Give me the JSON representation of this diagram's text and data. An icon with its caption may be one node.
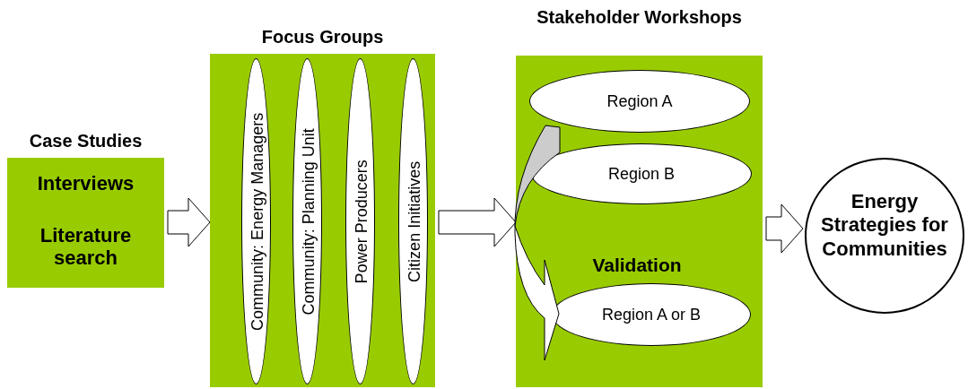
{
  "diagram": {
    "nodes": [
      {
        "text": [
          "Case Studies",
          "Interviews",
          "Literature search"
        ]
      },
      {
        "text": [
          "Focus Groups"
        ]
      },
      {
        "text": [
          "Community: Energy Managers"
        ],
        "in": 1
      },
      {
        "text": [
          "Community: Planning Unit"
        ],
        "in": 1
      },
      {
        "text": [
          "Power Producers"
        ],
        "in": 1
      },
      {
        "text": [
          "Citizen Initiatives"
        ],
        "in": 1
      },
      {
        "text": [
          "Stakeholder Workshops",
          "Validation"
        ]
      },
      {
        "text": [
          "Region A"
        ],
        "in": 6
      },
      {
        "text": [
          "Region B"
        ],
        "in": 6
      },
      {
        "text": [
          "Region A or B"
        ],
        "in": 6
      },
      {
        "text": [
          "Energy Strategies for Communities"
        ]
      }
    ],
    "edges": [
      {
        "from": 0,
        "to": 1,
        "arrow": "to"
      },
      {
        "from": 1,
        "to": 6,
        "arrow": "to"
      },
      {
        "from": 6,
        "to": 10,
        "arrow": "to"
      },
      {
        "from": 7,
        "to": 9,
        "arrow": "to"
      }
    ]
  }
}
